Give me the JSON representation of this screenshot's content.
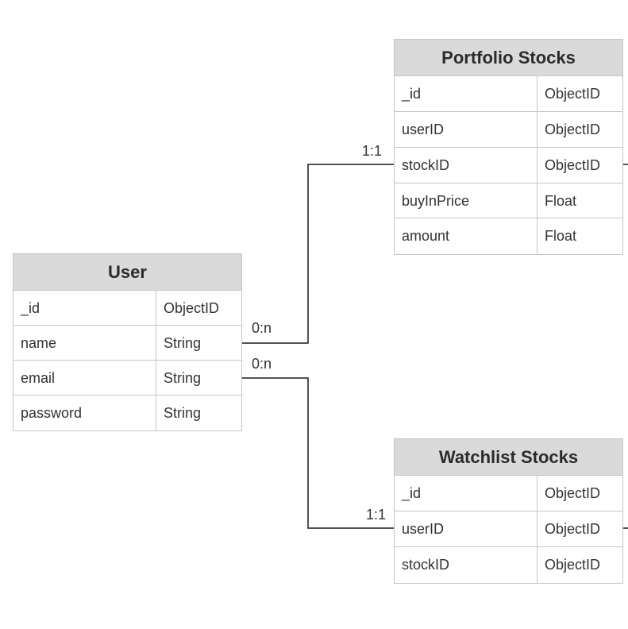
{
  "entities": {
    "user": {
      "title": "User",
      "fields": [
        {
          "name": "_id",
          "type": "ObjectID"
        },
        {
          "name": "name",
          "type": "String"
        },
        {
          "name": "email",
          "type": "String"
        },
        {
          "name": "password",
          "type": "String"
        }
      ]
    },
    "portfolio": {
      "title": "Portfolio Stocks",
      "fields": [
        {
          "name": "_id",
          "type": "ObjectID"
        },
        {
          "name": "userID",
          "type": "ObjectID"
        },
        {
          "name": "stockID",
          "type": "ObjectID"
        },
        {
          "name": "buyInPrice",
          "type": "Float"
        },
        {
          "name": "amount",
          "type": "Float"
        }
      ]
    },
    "watchlist": {
      "title": "Watchlist Stocks",
      "fields": [
        {
          "name": "_id",
          "type": "ObjectID"
        },
        {
          "name": "userID",
          "type": "ObjectID"
        },
        {
          "name": "stockID",
          "type": "ObjectID"
        }
      ]
    }
  },
  "relations": {
    "user_portfolio": {
      "from_cardinality": "0:n",
      "to_cardinality": "1:1"
    },
    "user_watchlist": {
      "from_cardinality": "0:n",
      "to_cardinality": "1:1"
    }
  }
}
